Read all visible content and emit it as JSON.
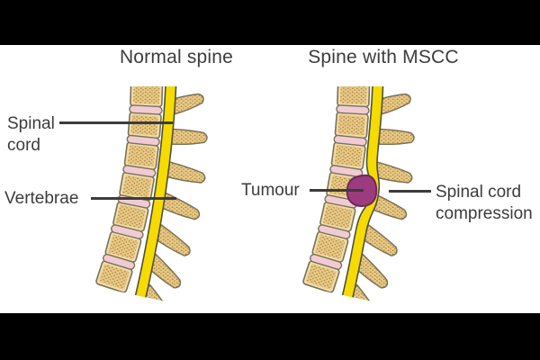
{
  "figure": {
    "left_panel": {
      "title": "Normal spine",
      "spinal_cord_label": {
        "lines": [
          "Spinal",
          "cord"
        ]
      },
      "vertebrae_label": "Vertebrae"
    },
    "right_panel": {
      "title": "Spine with MSCC",
      "tumour_label": "Tumour",
      "compression_label": {
        "lines": [
          "Spinal cord",
          "compression"
        ]
      }
    },
    "colors": {
      "letterbox": "#000000",
      "background": "#ffffff",
      "text": "#3c3c3c",
      "bone": "#e7c987",
      "bone_speckle": "#a87c34",
      "bone_light": "#f0dca8",
      "outline": "#7a7258",
      "disc": "#f0cbd4",
      "cord": "#f5db00",
      "cord_outline": "#4f4e3c",
      "tumour": "#9d3b80",
      "tumour_outline": "#6c2a59"
    }
  }
}
